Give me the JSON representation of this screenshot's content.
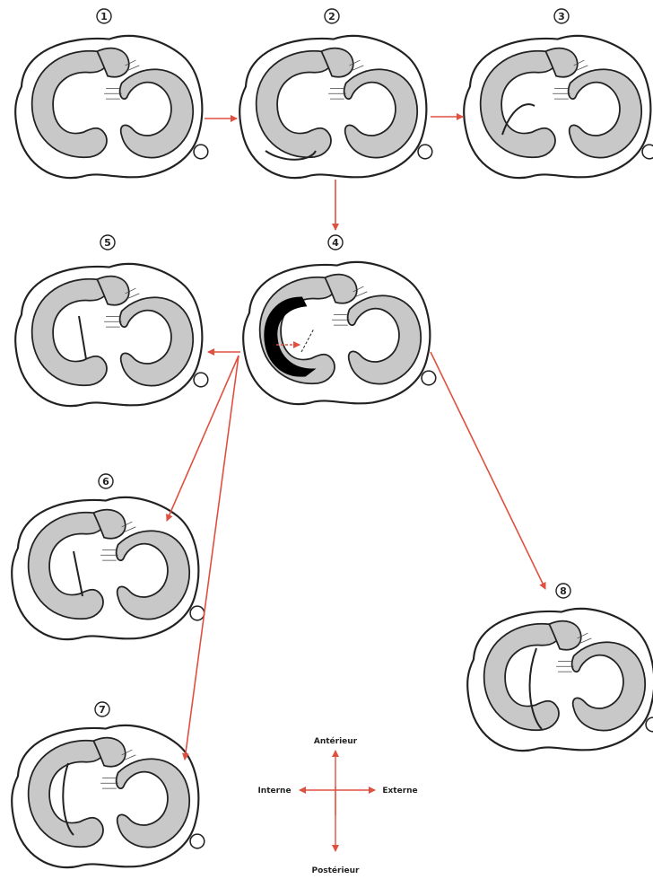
{
  "stages": [
    {
      "id": "1",
      "label": "1"
    },
    {
      "id": "2",
      "label": "2"
    },
    {
      "id": "3",
      "label": "3"
    },
    {
      "id": "4",
      "label": "4"
    },
    {
      "id": "5",
      "label": "5"
    },
    {
      "id": "6",
      "label": "6"
    },
    {
      "id": "7",
      "label": "7"
    },
    {
      "id": "8",
      "label": "8"
    }
  ],
  "compass": {
    "anterior": "Antérieur",
    "posterior": "Postérieur",
    "internal": "Interne",
    "external": "Externe"
  },
  "colors": {
    "meniscus_fill": "#c8c8c8",
    "outline": "#222222",
    "arrow": "#e05040",
    "displaced_fragment": "#000000"
  }
}
